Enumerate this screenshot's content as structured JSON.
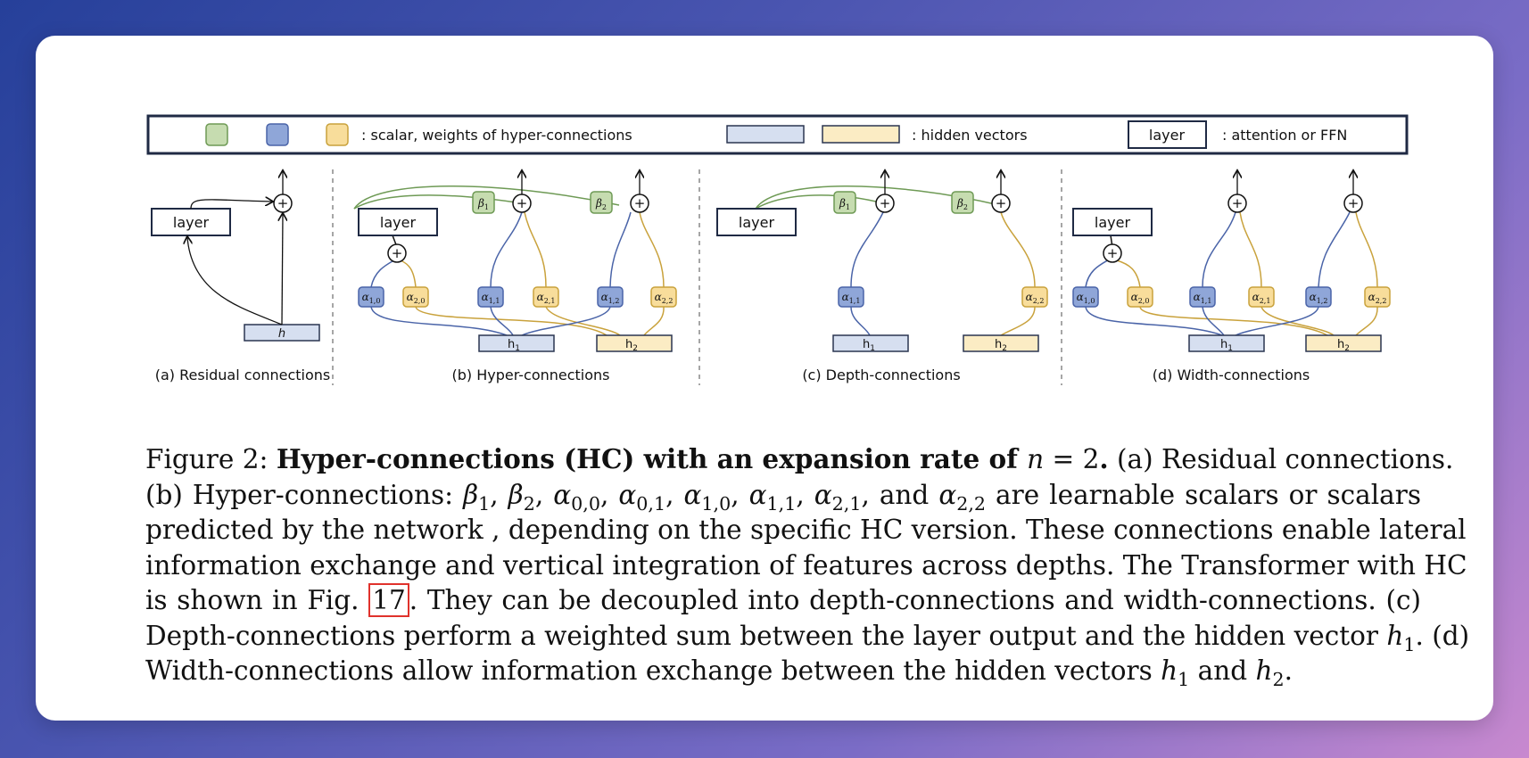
{
  "legend": {
    "scalars_label": ": scalar, weights of hyper-connections",
    "hidden_label": ": hidden vectors",
    "layer_box": "layer",
    "layer_desc": ": attention or FFN"
  },
  "panels": {
    "a": {
      "caption": "(a) Residual connections",
      "layer": "layer",
      "hidden": "h"
    },
    "b": {
      "caption": "(b) Hyper-connections",
      "layer": "layer",
      "h1": "h",
      "h2": "h"
    },
    "c": {
      "caption": "(c) Depth-connections",
      "layer": "layer",
      "h1": "h",
      "h2": "h"
    },
    "d": {
      "caption": "(d) Width-connections",
      "layer": "layer",
      "h1": "h",
      "h2": "h"
    }
  },
  "colors": {
    "green_fill": "#c6dcb0",
    "green_stroke": "#6e9a55",
    "blue_fill": "#8fa6d8",
    "blue_stroke": "#4a64a8",
    "yellow_fill": "#f8dd9b",
    "yellow_stroke": "#c9a23c",
    "hidden_blue": "#d6dff0",
    "hidden_yellow": "#fbecc4"
  },
  "caption": {
    "l1_a": "Figure 2: ",
    "l1_b": "Hyper-connections (HC) with an expansion rate of ",
    "l1_c": " (a) Residual connections.",
    "l2_a": "(b) Hyper-connections: ",
    "l2_b": ", and ",
    "l2_c": " are learnable scalars or scalars",
    "l3": "predicted by the network , depending on the specific HC version. These connections enable lateral",
    "l4": "information exchange and vertical integration of features across depths. The Transformer with HC",
    "l5_a": "is shown in Fig. ",
    "l5_ref": "17",
    "l5_b": ".  They can be decoupled into depth-connections and width-connections.  (c)",
    "l6": "Depth-connections perform a weighted sum between the layer output and the hidden vector ",
    "l6_end": ". (d)",
    "l7": "Width-connections allow information exchange between the hidden vectors ",
    "l7_and": " and ",
    "l7_end": "."
  }
}
